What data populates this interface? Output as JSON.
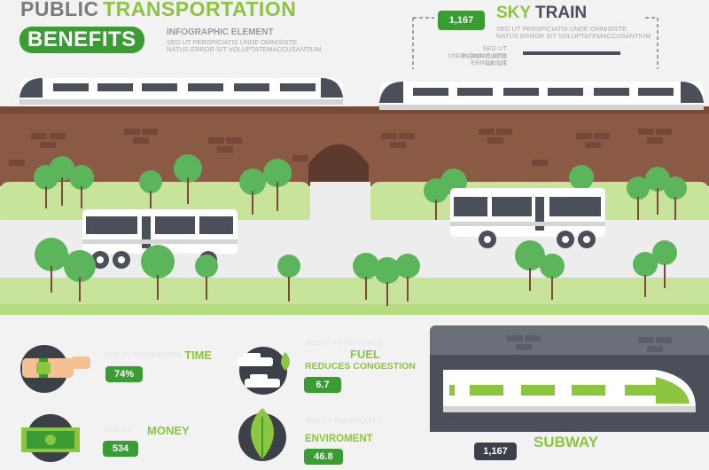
{
  "header": {
    "title_part1": "PUBLIC",
    "title_part2": "TRANSPORTATION",
    "badge": "BENEFITS",
    "subtitle": "INFOGRAPHIC ELEMENT",
    "body_line1": "SED UT PERSPICIATIS UNDE OMNISISTE",
    "body_line2": "NATUS ERROR SIT VOLUPTATEMACCUSANTIUM"
  },
  "sky_train": {
    "value": "1,167",
    "label_part1": "SKY",
    "label_part2": "TRAIN",
    "body_line1": "SED UT PERSPICIATIS UNDE OMNISISTE",
    "body_line2": "NATUS ERROR SIT VOLUPTATEMACCUSANTIUM",
    "left_line1": "SED UT PERSPICIATIS",
    "left_line2": "UNDE OMNIS ISTE NATUS",
    "left_line3": "ERROR SIT"
  },
  "benefits": {
    "time": {
      "label": "TIME",
      "value": "74%",
      "faint": "SED UT PERSPICIATIS"
    },
    "money": {
      "label": "MONEY",
      "value": "534",
      "faint": "SED UT"
    },
    "fuel": {
      "label": "FUEL",
      "sublabel": "REDUCES CONGESTION",
      "value": "6.7",
      "faint": "SED UT PERSPICIATIS"
    },
    "environment": {
      "label": "ENVIROMENT",
      "value": "46.8",
      "faint": "SED UT PERSPICIATIS"
    }
  },
  "subway": {
    "label": "SUBWAY",
    "value": "1,167"
  },
  "colors": {
    "green_dark": "#3a9d34",
    "green_light": "#8cc63f",
    "brick": "#8a5a44",
    "asphalt": "#ededed",
    "dark": "#3c4049"
  },
  "icons": [
    "watch-icon",
    "money-icon",
    "cars-icon",
    "leaf-icon"
  ]
}
